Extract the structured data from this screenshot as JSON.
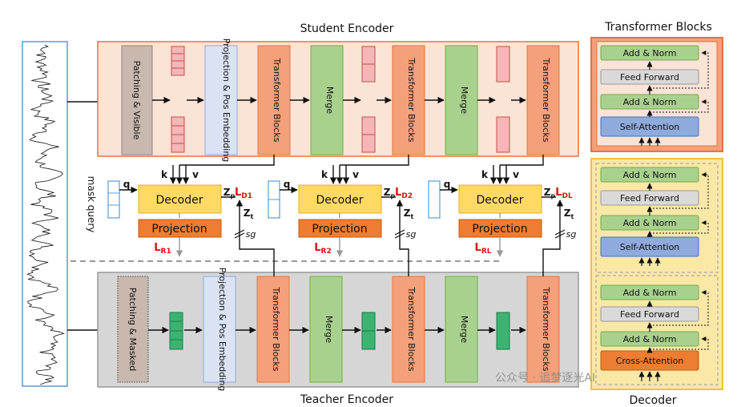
{
  "student_encoder": {
    "title": "Student Encoder",
    "patching": "Patching & Visible",
    "projection": "Projection & Pos Embedding",
    "transformer": "Transformer Blocks",
    "merge": "Merge"
  },
  "teacher_encoder": {
    "title": "Teacher Encoder",
    "patching": "Patching & Masked",
    "projection": "Projection & Pos Embedding",
    "transformer": "Transformer Blocks",
    "merge": "Merge"
  },
  "mask_query": "mask query",
  "decoders": [
    {
      "decoder": "Decoder",
      "projection": "Projection",
      "q": "q",
      "k": "k",
      "v": "v",
      "zp": "Zp",
      "zt": "Zt",
      "sg": "sg",
      "loss_d": "LD1",
      "loss_r": "LR1"
    },
    {
      "decoder": "Decoder",
      "projection": "Projection",
      "q": "q",
      "k": "k",
      "v": "v",
      "zp": "Zp",
      "zt": "Zt",
      "sg": "sg",
      "loss_d": "LD2",
      "loss_r": "LR2"
    },
    {
      "decoder": "Decoder",
      "projection": "Projection",
      "q": "q",
      "k": "k",
      "v": "v",
      "zp": "Zp",
      "zt": "Zt",
      "sg": "sg",
      "loss_d": "LDL",
      "loss_r": "LRL"
    }
  ],
  "transformer_blocks_panel": {
    "title": "Transformer Blocks",
    "add_norm": "Add & Norm",
    "feed_forward": "Feed Forward",
    "self_attention": "Self-Attention"
  },
  "decoder_panel": {
    "title": "Decoder",
    "add_norm": "Add & Norm",
    "feed_forward": "Feed Forward",
    "self_attention": "Self-Attention",
    "cross_attention": "Cross-Attention"
  },
  "watermark": "公众号 · 追梦逐光AI",
  "colors": {
    "student_bg": "#fbe3d6",
    "student_border": "#e8743b",
    "teacher_bg": "#d6d6d6",
    "teacher_border": "#999999",
    "transformer": "#f4a07a",
    "merge": "#a9d18e",
    "patching": "#c8b8ae",
    "projection": "#dae3f3",
    "decoder": "#ffd966",
    "proj_orange": "#ed7d31",
    "loss": "#e01010",
    "token_red": "#f4b6b6",
    "token_green": "#3cb371",
    "token_blue": "#5b9bd5"
  }
}
